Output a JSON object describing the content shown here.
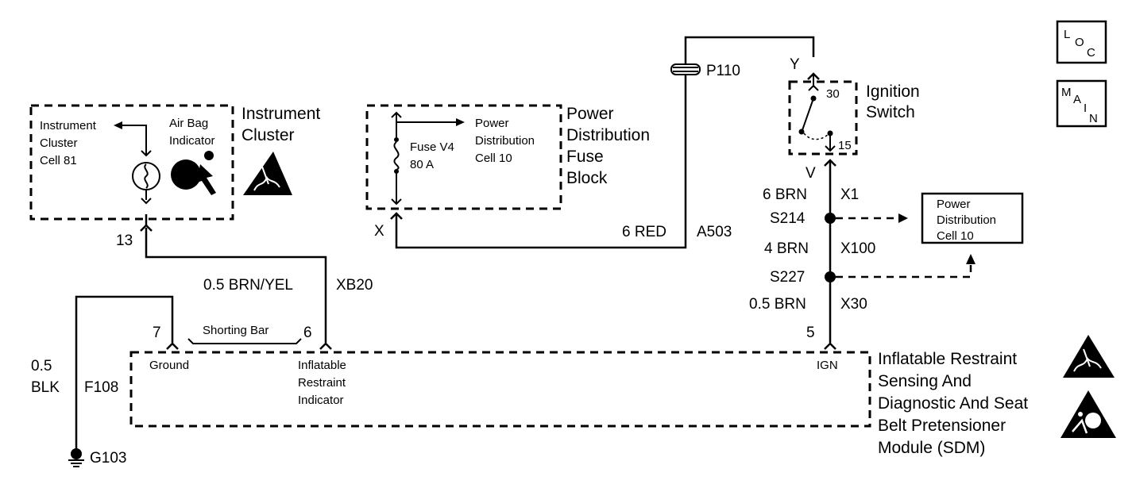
{
  "modules": {
    "instrument_cluster": {
      "title_line1": "Instrument",
      "title_line2": "Cluster",
      "ref_line1": "Instrument",
      "ref_line2": "Cluster",
      "ref_line3": "Cell 81",
      "indicator_line1": "Air Bag",
      "indicator_line2": "Indicator",
      "pin": "13"
    },
    "fuse_block": {
      "title_line1": "Power",
      "title_line2": "Distribution",
      "title_line3": "Fuse",
      "title_line4": "Block",
      "fuse_line1": "Fuse V4",
      "fuse_line2": "80 A",
      "ref_line1": "Power",
      "ref_line2": "Distribution",
      "ref_line3": "Cell 10",
      "terminal": "X"
    },
    "ignition_switch": {
      "title_line1": "Ignition",
      "title_line2": "Switch",
      "pin_in": "30",
      "pin_out": "15",
      "terminal_top": "Y",
      "terminal_bottom": "V"
    },
    "power_distribution_cell": {
      "line1": "Power",
      "line2": "Distribution",
      "line3": "Cell 10"
    },
    "sdm": {
      "title_line1": "Inflatable Restraint",
      "title_line2": "Sensing And",
      "title_line3": "Diagnostic And Seat",
      "title_line4": "Belt Pretensioner",
      "title_line5": "Module (SDM)",
      "pin_ground": "7",
      "label_ground": "Ground",
      "pin_indicator": "6",
      "label_indicator_line1": "Inflatable",
      "label_indicator_line2": "Restraint",
      "label_indicator_line3": "Indicator",
      "pin_ign": "5",
      "label_ign": "IGN",
      "shorting_bar": "Shorting Bar"
    }
  },
  "connectors": {
    "p110": "P110"
  },
  "wires": {
    "red": {
      "gauge_color": "6 RED",
      "circuit": "A503"
    },
    "brn_x1": {
      "gauge_color": "6 BRN",
      "circuit": "X1"
    },
    "brn_x100": {
      "gauge_color": "4 BRN",
      "circuit": "X100"
    },
    "brn_x30": {
      "gauge_color": "0.5 BRN",
      "circuit": "X30"
    },
    "brn_yel": {
      "gauge_color": "0.5 BRN/YEL",
      "circuit": "XB20"
    },
    "blk": {
      "gauge_line1": "0.5",
      "gauge_line2": "BLK",
      "circuit": "F108"
    }
  },
  "splices": {
    "s214": "S214",
    "s227": "S227"
  },
  "ground": {
    "label": "G103"
  },
  "nav": {
    "loc": {
      "c1": "L",
      "c2": "O",
      "c3": "C"
    },
    "main": {
      "c1": "M",
      "c2": "A",
      "c3": "I",
      "c4": "N"
    }
  }
}
